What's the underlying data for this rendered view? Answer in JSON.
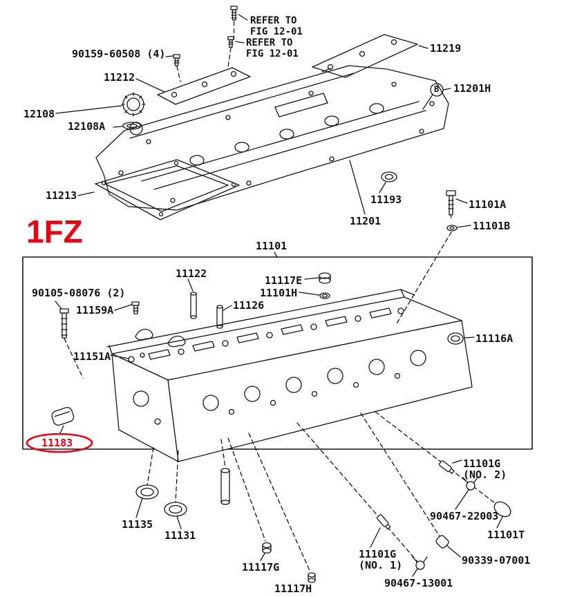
{
  "page": {
    "background": "#ffffff",
    "line_color": "#141414",
    "highlight_color": "#e60014"
  },
  "engine_code": "1FZ",
  "highlighted_part": "11183",
  "callout_b": "B",
  "notes": {
    "refer_top": {
      "line1": "REFER TO",
      "line2": "FIG 12-01"
    },
    "refer_bottom": {
      "line1": "REFER TO",
      "line2": "FIG 12-01"
    }
  },
  "parts": {
    "p11219": "11219",
    "p90159_60508": "90159-60508 (4)",
    "p11212": "11212",
    "p11201H": "11201H",
    "p12108": "12108",
    "p12108A": "12108A",
    "p11213": "11213",
    "p11193": "11193",
    "p11201": "11201",
    "p11101A": "11101A",
    "p11101B": "11101B",
    "p11101": "11101",
    "p11122": "11122",
    "p11117E": "11117E",
    "p11101H": "11101H",
    "p90105_08076": "90105-08076 (2)",
    "p11159A": "11159A",
    "p11126": "11126",
    "p11151A": "11151A",
    "p11116A": "11116A",
    "p11183": "11183",
    "p11101G_no2": "11101G",
    "q_no2": "(NO. 2)",
    "p90467_22003": "90467-22003",
    "p11101T": "11101T",
    "p11135": "11135",
    "p11131": "11131",
    "p90339_07001": "90339-07001",
    "p11117G": "11117G",
    "p11101G_no1": "11101G",
    "q_no1": "(NO. 1)",
    "p90467_13001": "90467-13001",
    "p11117H": "11117H"
  }
}
